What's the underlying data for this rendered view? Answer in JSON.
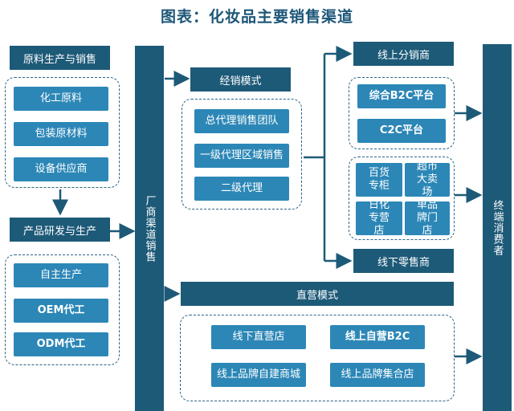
{
  "title": "图表：化妆品主要销售渠道",
  "raw_material": {
    "header": "原料生产与销售",
    "items": [
      "化工原料",
      "包装原材料",
      "设备供应商"
    ]
  },
  "production": {
    "header": "产品研发与生产",
    "items": [
      "自主生产",
      "OEM代工",
      "ODM代工"
    ]
  },
  "manufacturer": "厂商渠道销售",
  "distribution": {
    "header": "经销模式",
    "items": [
      "总代理销售团队",
      "一级代理区域销售",
      "二级代理"
    ]
  },
  "online_dist": {
    "header": "线上分销商",
    "items": [
      "综合B2C平台",
      "C2C平台"
    ]
  },
  "offline_dist": {
    "header": "线下零售商",
    "items": [
      "百货专柜",
      "超市大卖场",
      "日化专营店",
      "单品牌门店"
    ]
  },
  "direct": {
    "header": "直营模式",
    "items": [
      "线下直营店",
      "线上自营B2C",
      "线上品牌自建商城",
      "线上品牌集合店"
    ]
  },
  "consumer": "终端消费者",
  "colors": {
    "dark": "#1d5a78",
    "light": "#2c87b7",
    "arrow": "#1d5a78"
  }
}
